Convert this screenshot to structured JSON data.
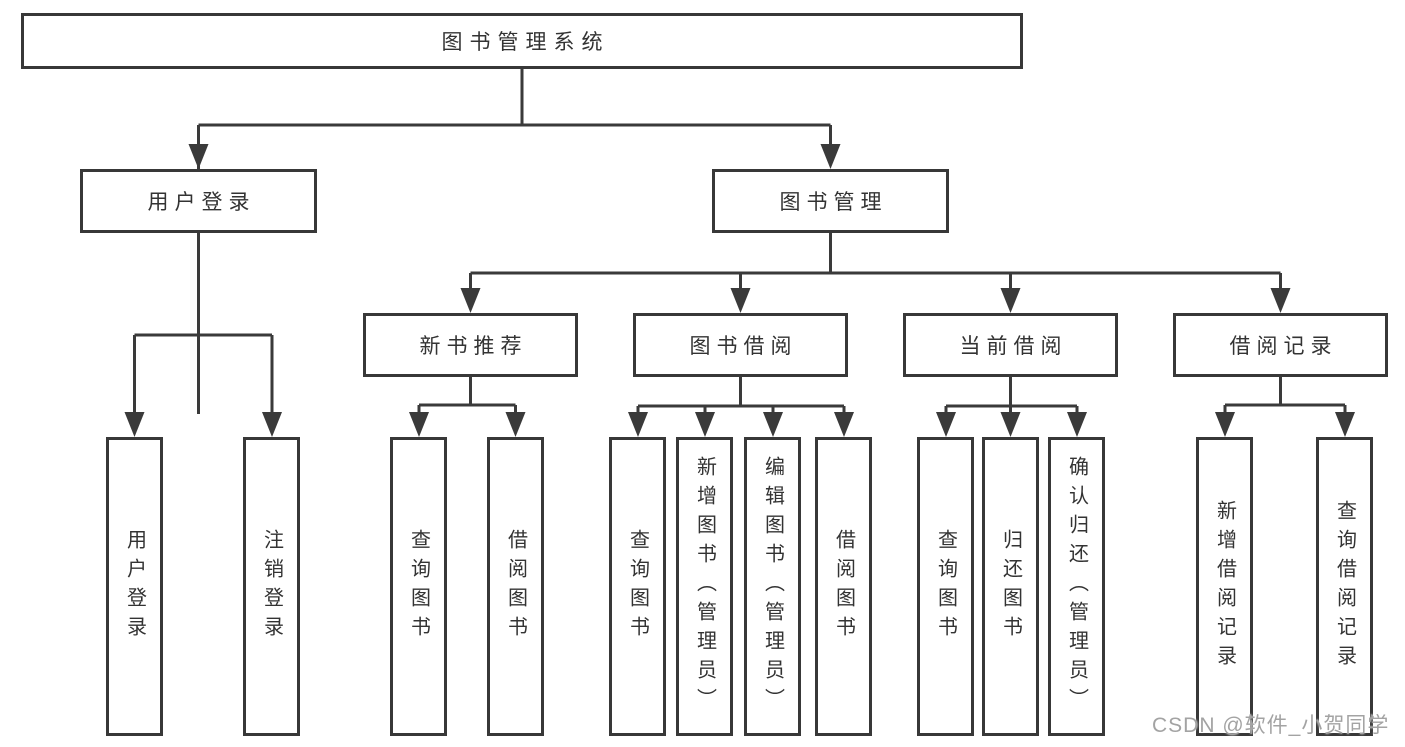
{
  "diagram": {
    "title": "图书管理系统",
    "root": {
      "label": "图书管理系统"
    },
    "level1": [
      {
        "label": "用户登录"
      },
      {
        "label": "图书管理"
      }
    ],
    "level2": [
      {
        "label": "新书推荐",
        "parent": "图书管理"
      },
      {
        "label": "图书借阅",
        "parent": "图书管理"
      },
      {
        "label": "当前借阅",
        "parent": "图书管理"
      },
      {
        "label": "借阅记录",
        "parent": "图书管理"
      }
    ],
    "leaves": [
      {
        "label": "用户登录",
        "parent": "用户登录"
      },
      {
        "label": "注销登录",
        "parent": "用户登录"
      },
      {
        "label": "查询图书",
        "parent": "新书推荐"
      },
      {
        "label": "借阅图书",
        "parent": "新书推荐"
      },
      {
        "label": "查询图书",
        "parent": "图书借阅"
      },
      {
        "label": "新增图书（管理员）",
        "parent": "图书借阅"
      },
      {
        "label": "编辑图书（管理员）",
        "parent": "图书借阅"
      },
      {
        "label": "借阅图书",
        "parent": "图书借阅"
      },
      {
        "label": "查询图书",
        "parent": "当前借阅"
      },
      {
        "label": "归还图书",
        "parent": "当前借阅"
      },
      {
        "label": "确认归还（管理员）",
        "parent": "当前借阅"
      },
      {
        "label": "新增借阅记录",
        "parent": "借阅记录"
      },
      {
        "label": "查询借阅记录",
        "parent": "借阅记录"
      }
    ]
  },
  "watermark": {
    "text": "CSDN @软件_小贺同学"
  },
  "colors": {
    "line": "#3a3a3a",
    "box_border": "#383838",
    "text": "#333333",
    "watermark": "#a3a3a3",
    "background": "#ffffff"
  }
}
